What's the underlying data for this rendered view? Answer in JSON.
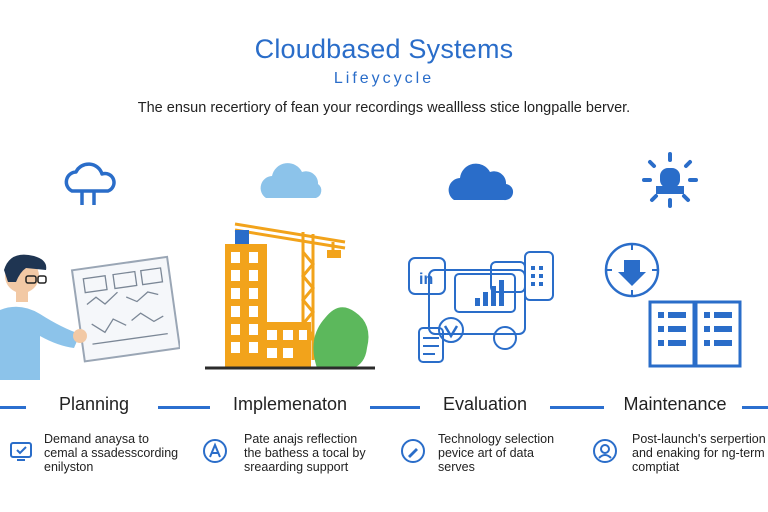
{
  "header": {
    "title": "Cloudbased Systems",
    "subtitle": "Lifeycycle",
    "tagline": "The ensun recertiory of fean your recordings weallless stice longpalle berver."
  },
  "stages": [
    {
      "label": "Planning",
      "desc_lines": [
        "Demand anaysa to",
        "cemal a ssadesscording",
        "enilyston"
      ]
    },
    {
      "label": "Implemenaton",
      "desc_lines": [
        "Pate anajs reflection",
        "the bathess a tocal by",
        "sreaarding support"
      ]
    },
    {
      "label": "Evaluation",
      "desc_lines": [
        "Technology selection",
        "pevice art of data",
        "serves"
      ]
    },
    {
      "label": "Maintenance",
      "desc_lines": [
        "Post-launch's serpertion",
        "and enaking for ng-term",
        "comptiat"
      ]
    }
  ],
  "evaluation_screen": {
    "badge": "in"
  },
  "colors": {
    "accent": "#2a6dc9",
    "light_blue": "#8cc3ea",
    "orange": "#f2a31b",
    "green": "#5cb85c"
  }
}
